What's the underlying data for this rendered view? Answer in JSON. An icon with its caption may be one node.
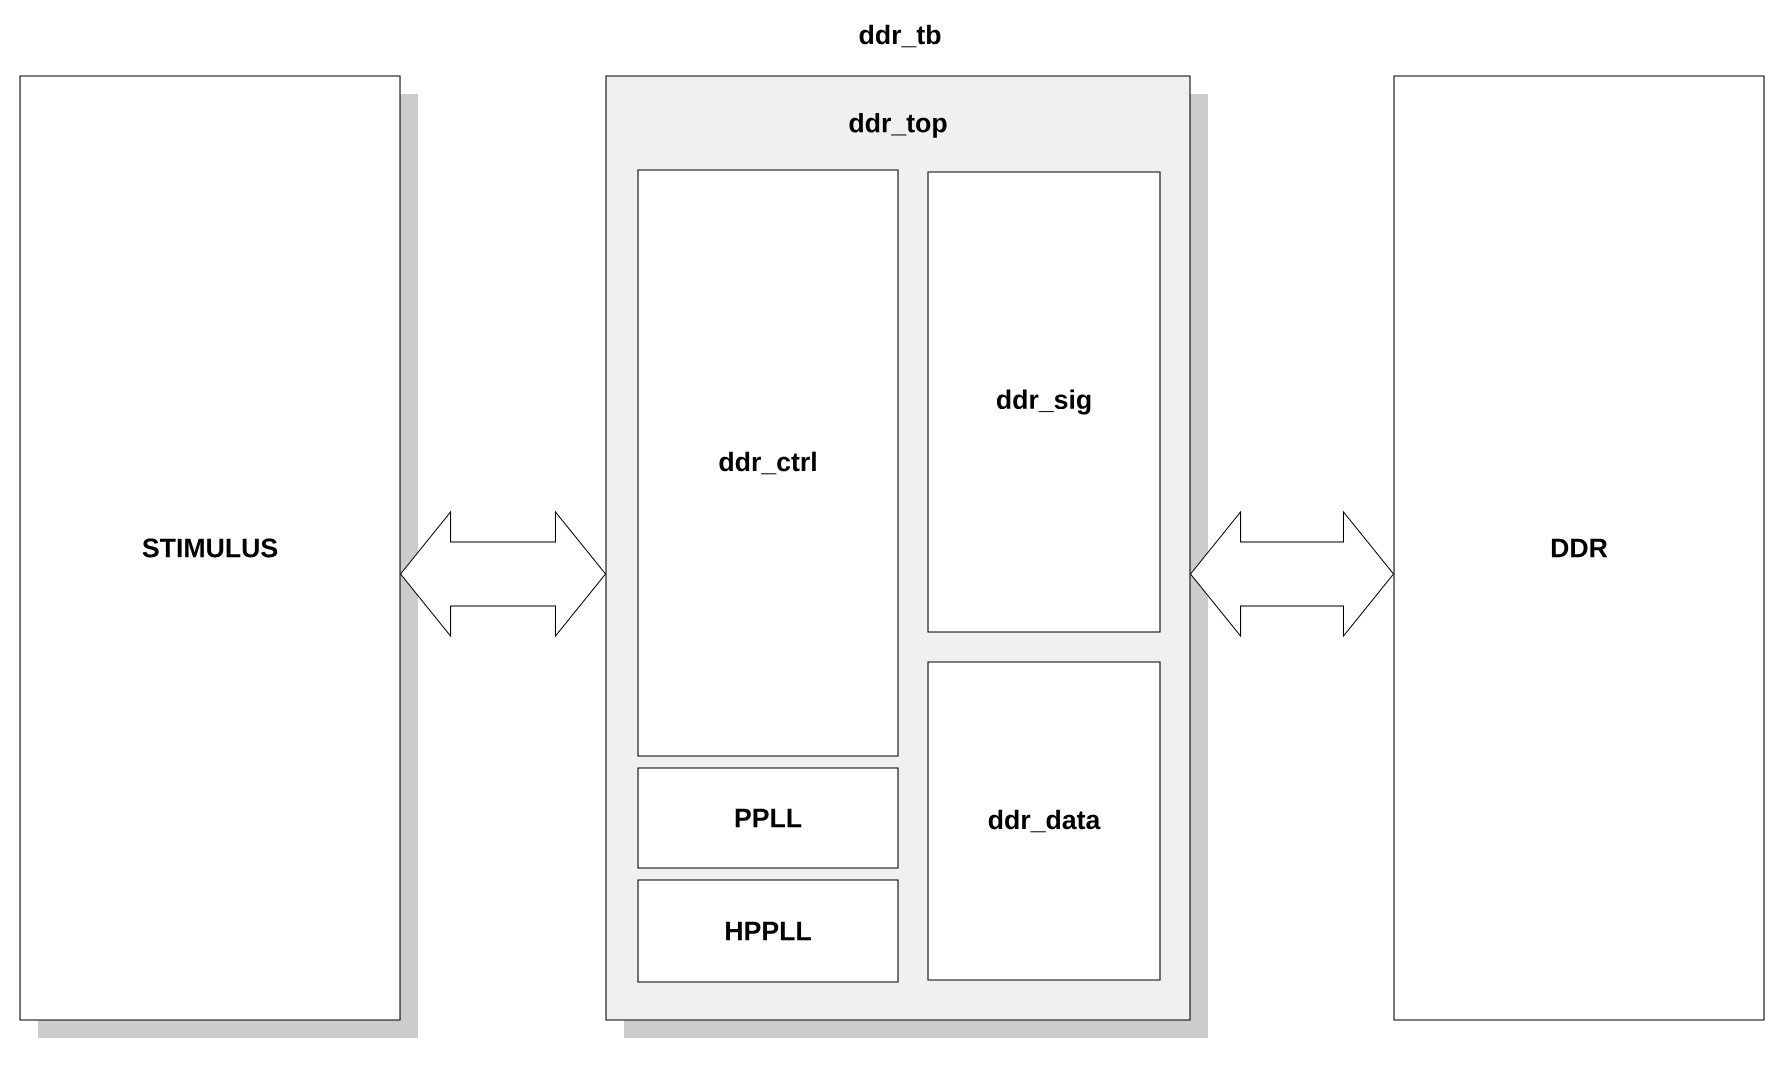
{
  "diagram": {
    "title": "ddr_tb",
    "nodes": [
      {
        "text": [
          "STIMULUS"
        ]
      },
      {
        "text": [
          "ddr_top"
        ]
      },
      {
        "text": [
          "ddr_ctrl"
        ],
        "in": 1
      },
      {
        "text": [
          "PPLL"
        ],
        "in": 1
      },
      {
        "text": [
          "HPPLL"
        ],
        "in": 1
      },
      {
        "text": [
          "ddr_sig"
        ],
        "in": 1
      },
      {
        "text": [
          "ddr_data"
        ],
        "in": 1
      },
      {
        "text": [
          "DDR"
        ]
      }
    ],
    "edges": [
      {
        "from": 0,
        "to": 1,
        "arrow": "both"
      },
      {
        "from": 1,
        "to": 7,
        "arrow": "both"
      }
    ]
  }
}
